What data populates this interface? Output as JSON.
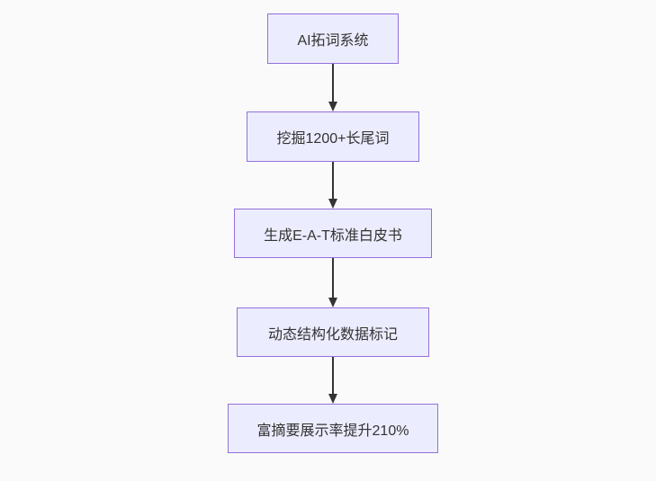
{
  "flowchart": {
    "type": "flowchart",
    "direction": "top-down",
    "nodes": [
      {
        "id": "n1",
        "label": "AI拓词系统"
      },
      {
        "id": "n2",
        "label": "挖掘1200+长尾词"
      },
      {
        "id": "n3",
        "label": "生成E-A-T标准白皮书"
      },
      {
        "id": "n4",
        "label": "动态结构化数据标记"
      },
      {
        "id": "n5",
        "label": "富摘要展示率提升210%"
      }
    ],
    "edges": [
      {
        "from": "n1",
        "to": "n2",
        "arrow": "down"
      },
      {
        "from": "n2",
        "to": "n3",
        "arrow": "down"
      },
      {
        "from": "n3",
        "to": "n4",
        "arrow": "down"
      },
      {
        "from": "n4",
        "to": "n5",
        "arrow": "down"
      }
    ]
  },
  "colors": {
    "background": "#fafafa",
    "node_fill": "#ececff",
    "node_border": "#9370db",
    "arrow": "#333333",
    "text": "#333333"
  }
}
